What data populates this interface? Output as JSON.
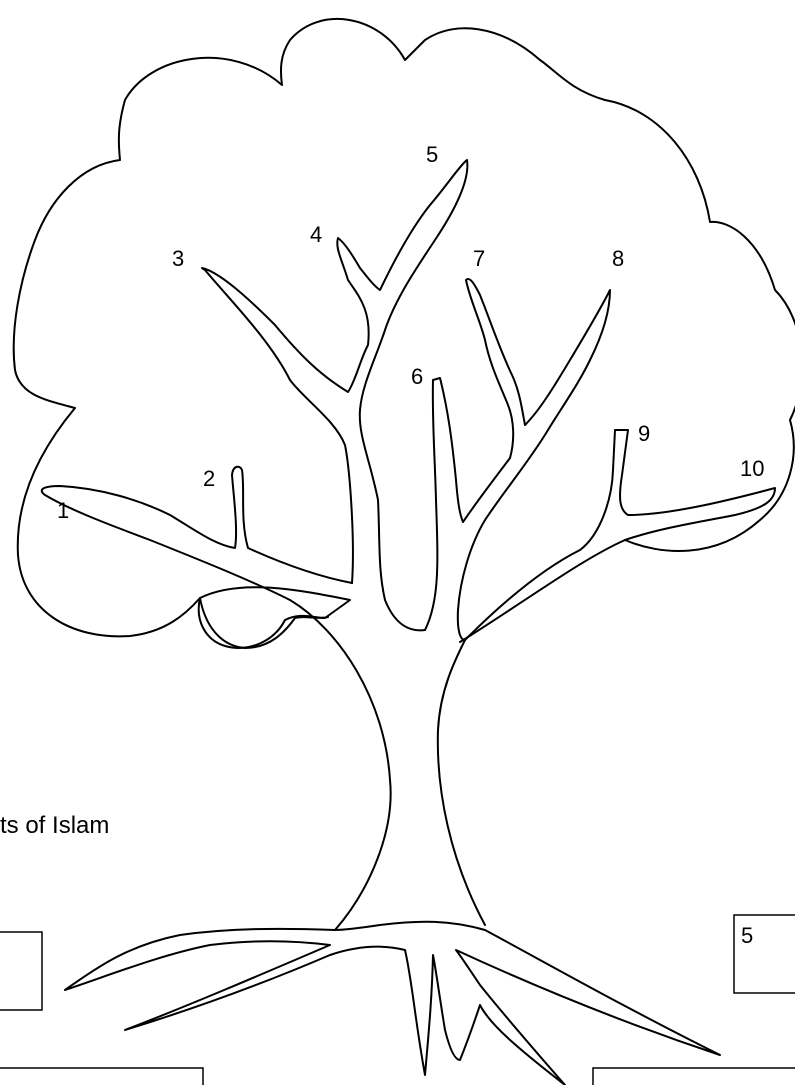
{
  "branch_labels": [
    "1",
    "2",
    "3",
    "4",
    "5",
    "6",
    "7",
    "8",
    "9",
    "10"
  ],
  "caption_fragment": "ts of Islam",
  "root_box_label": "5",
  "colors": {
    "ink": "#000000",
    "paper": "#ffffff"
  }
}
